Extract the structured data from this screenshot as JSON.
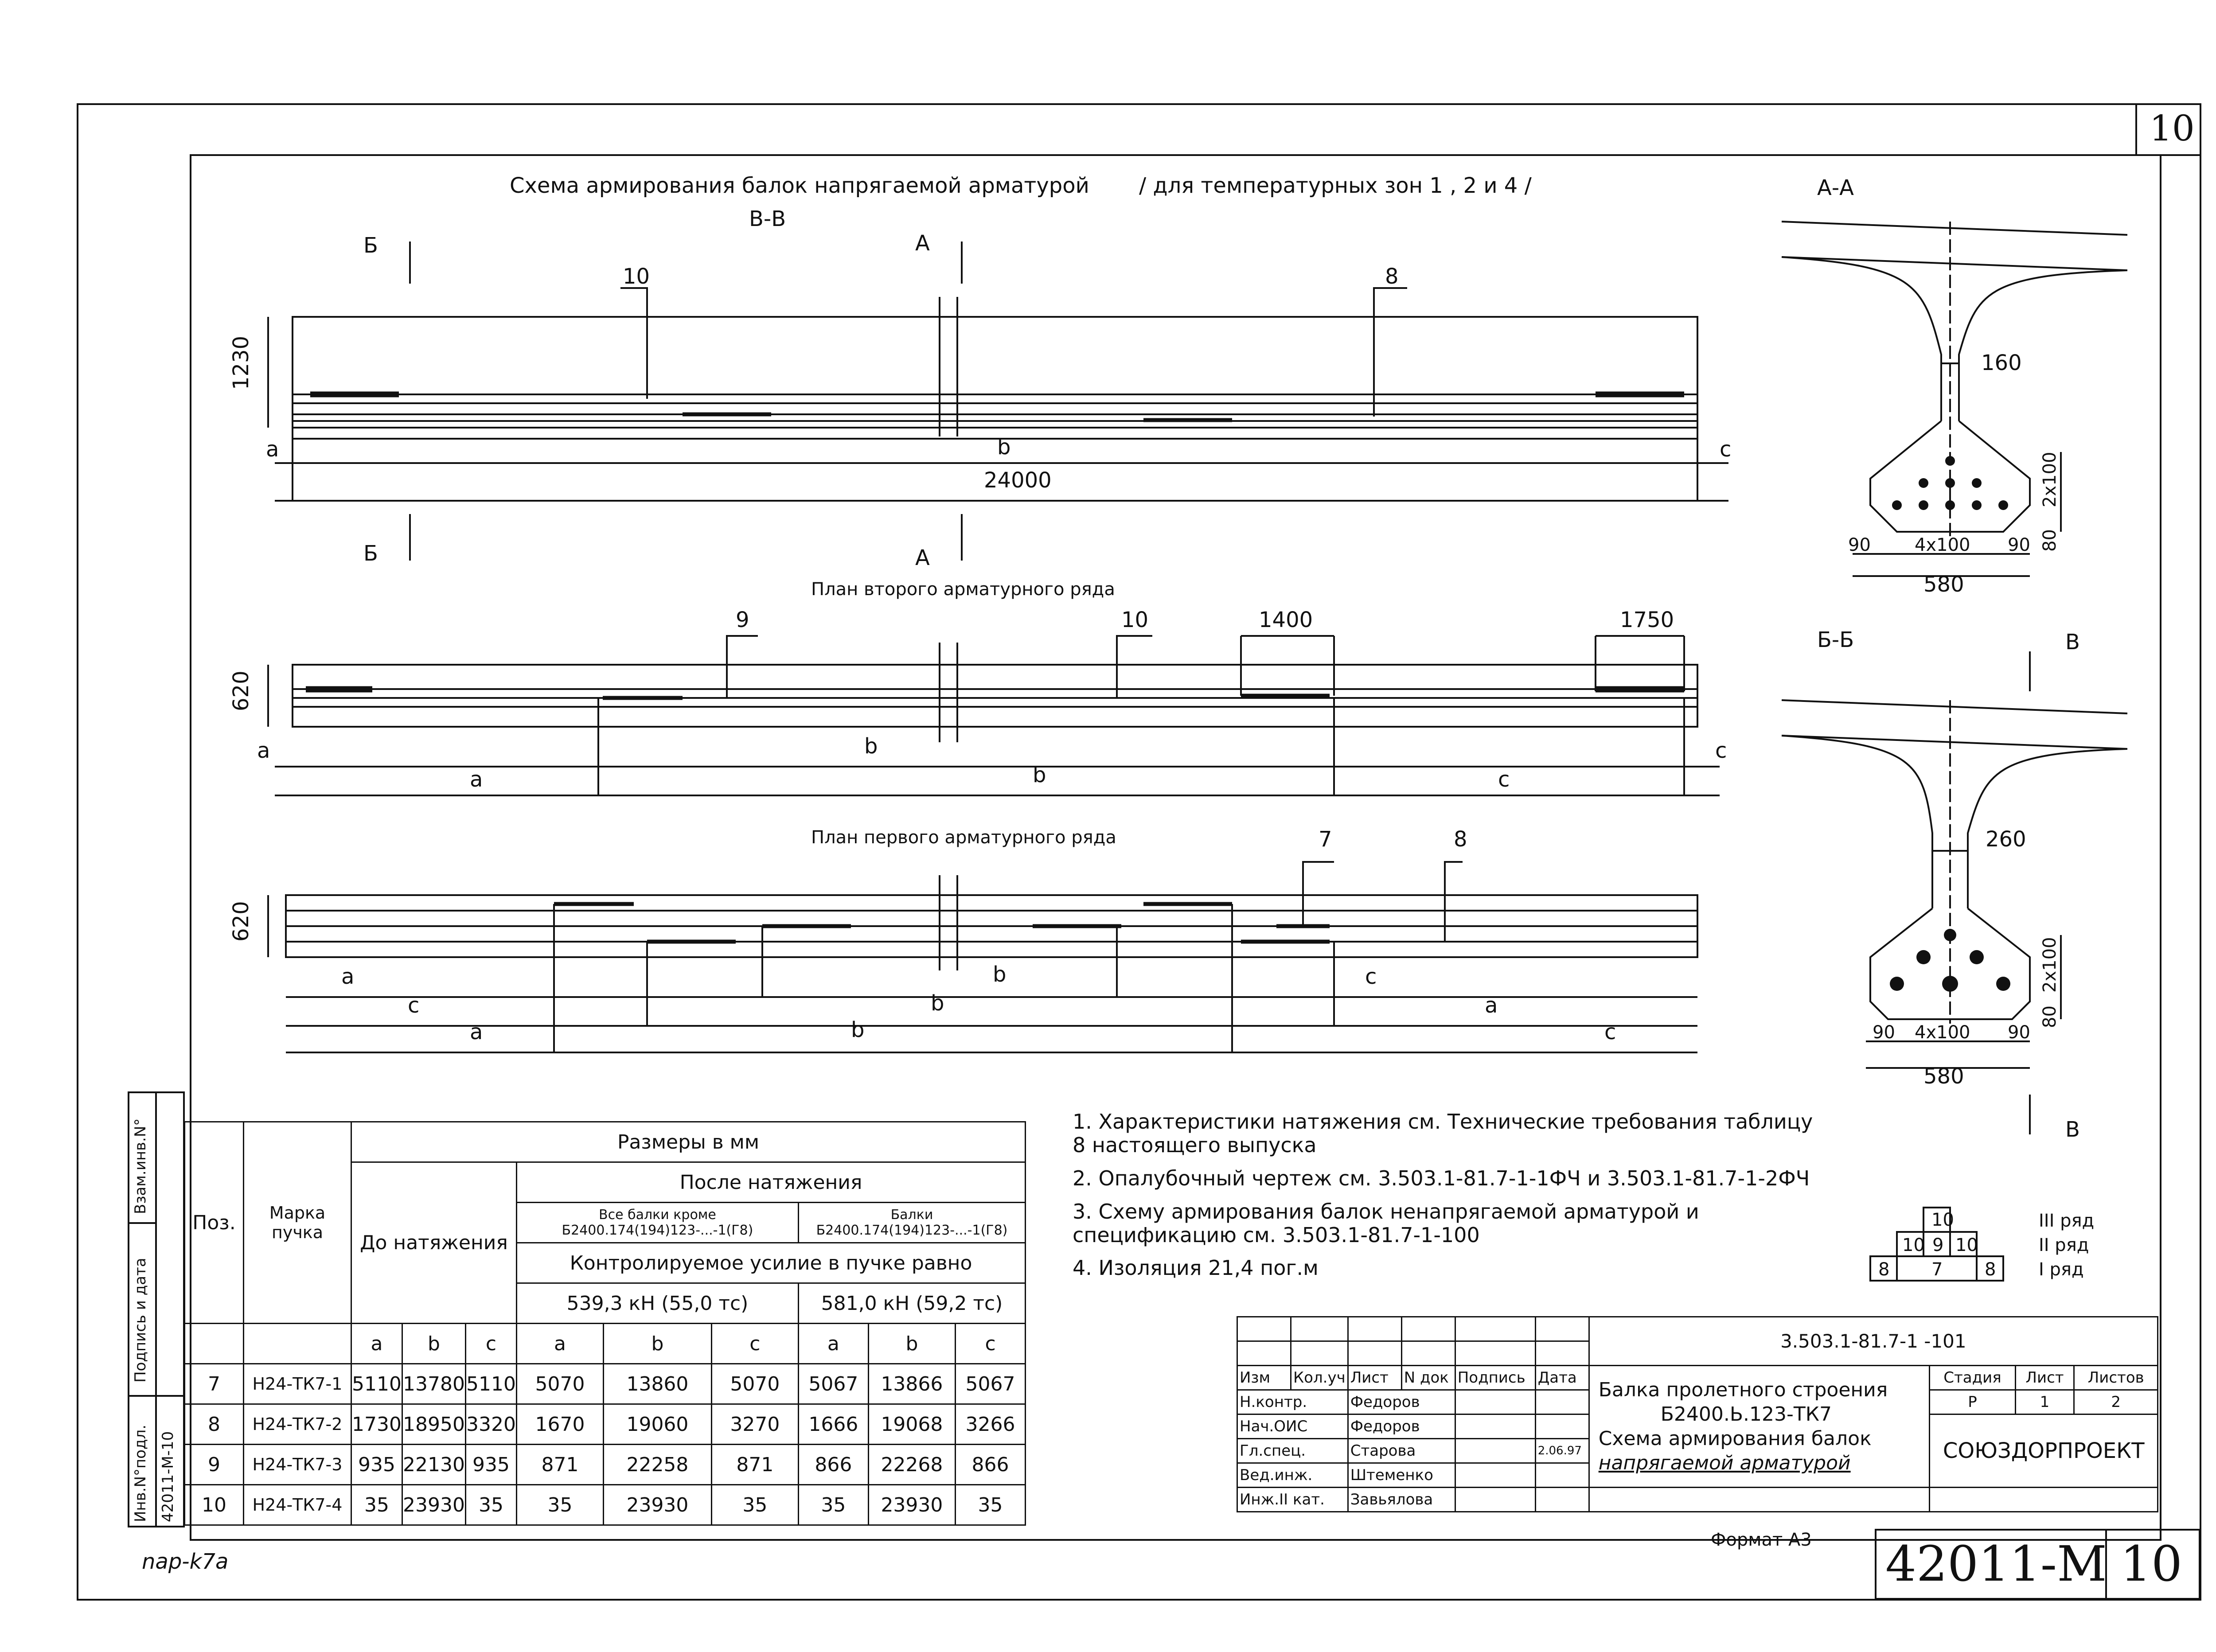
{
  "sheet": {
    "corner_number": "10",
    "format": "Формат А3",
    "bottom_left": "nap-k7a"
  },
  "title": "Схема армирования балок напрягаемой арматурой",
  "title_note": "/ для температурных зон 1 , 2 и 4 /",
  "views": {
    "vv": {
      "label": "В-В",
      "dim_height": "1230",
      "dim_total": "24000",
      "leader_left": "10",
      "leader_right": "8",
      "cut_b": "Б",
      "cut_a": "А",
      "seg_a": "a",
      "seg_b": "b",
      "seg_c": "c"
    },
    "plan2": {
      "label": "План второго арматурного ряда",
      "dim_height": "620",
      "leader_9": "9",
      "leader_10": "10",
      "dim_1400": "1400",
      "dim_1750": "1750",
      "seg_a": "a",
      "seg_b": "b",
      "seg_c": "c"
    },
    "plan1": {
      "label": "План первого арматурного ряда",
      "dim_height": "620",
      "leader_7": "7",
      "leader_8": "8",
      "seg_a": "a",
      "seg_b": "b",
      "seg_c": "c"
    }
  },
  "section_aa": {
    "label": "А-А",
    "web": "160",
    "spacing_v": "2х100",
    "spacing_h": "4х100",
    "edge_left": "90",
    "edge_right": "90",
    "edge_v": "80",
    "width": "580"
  },
  "section_bb": {
    "label": "Б-Б",
    "cut_label": "В",
    "web": "260",
    "spacing_v": "2х100",
    "spacing_h": "4х100",
    "edge_left": "90",
    "edge_right": "90",
    "edge_v": "80",
    "width": "580"
  },
  "notes": [
    "1. Характеристики натяжения см. Технические требования таблицу 8 настоящего выпуска",
    "2. Опалубочный чертеж см. 3.503.1-81.7-1-1ФЧ и 3.503.1-81.7-1-2ФЧ",
    "3. Схему армирования балок ненапрягаемой арматурой и спецификацию см. 3.503.1-81.7-1-100",
    "4. Изоляция 21,4 пог.м"
  ],
  "rows_legend": {
    "row3": "III ряд",
    "row2": "II ряд",
    "row1": "I ряд",
    "cells_row3": [
      "10"
    ],
    "cells_row2": [
      "10",
      "9",
      "10"
    ],
    "cells_row1": [
      "8",
      "7",
      "8"
    ]
  },
  "side_stamp": {
    "inv_vzam": "Взам.инв.N°",
    "sign_date": "Подпись и дата",
    "inv_podl": "Инв.N°подл.",
    "inv_value": "42011-М-10"
  },
  "spec_table": {
    "h_pos": "Поз.",
    "h_mark": "Марка пучка",
    "h_sizes": "Размеры в мм",
    "h_before": "До натяжения",
    "h_after": "После натяжения",
    "h_all": "Все балки кроме Б2400.174(194)123-...-1(Г8)",
    "h_beams": "Балки Б2400.174(194)123-...-1(Г8)",
    "h_force": "Контролируемое усилие в пучке равно",
    "h_force1": "539,3 кН (55,0 тс)",
    "h_force2": "581,0 кН (59,2 тс)",
    "abc": [
      "a",
      "b",
      "c",
      "a",
      "b",
      "c",
      "a",
      "b",
      "c"
    ],
    "rows": [
      {
        "pos": "7",
        "mark": "Н24-ТК7-1",
        "v": [
          "5110",
          "13780",
          "5110",
          "5070",
          "13860",
          "5070",
          "5067",
          "13866",
          "5067"
        ]
      },
      {
        "pos": "8",
        "mark": "Н24-ТК7-2",
        "v": [
          "1730",
          "18950",
          "3320",
          "1670",
          "19060",
          "3270",
          "1666",
          "19068",
          "3266"
        ]
      },
      {
        "pos": "9",
        "mark": "Н24-ТК7-3",
        "v": [
          "935",
          "22130",
          "935",
          "871",
          "22258",
          "871",
          "866",
          "22268",
          "866"
        ]
      },
      {
        "pos": "10",
        "mark": "Н24-ТК7-4",
        "v": [
          "35",
          "23930",
          "35",
          "35",
          "23930",
          "35",
          "35",
          "23930",
          "35"
        ]
      }
    ]
  },
  "stamp": {
    "code": "3.503.1-81.7-1 -101",
    "head": [
      "Изм",
      "Кол.уч",
      "Лист",
      "N док",
      "Подпись",
      "Дата"
    ],
    "people": [
      {
        "role": "Н.контр.",
        "name": "Федоров"
      },
      {
        "role": "Нач.ОИС",
        "name": "Федоров"
      },
      {
        "role": "Гл.спец.",
        "name": "Старова",
        "date": "2.06.97"
      },
      {
        "role": "Вед.инж.",
        "name": "Штеменко"
      },
      {
        "role": "Инж.II кат.",
        "name": "Завьялова"
      }
    ],
    "title1": "Балка пролетного строения",
    "title2": "Б2400.Ь.123-ТК7",
    "title3": "Схема армирования балок",
    "title4": "напрягаемой арматурой",
    "stage_h": "Стадия",
    "sheet_h": "Лист",
    "sheets_h": "Листов",
    "stage": "Р",
    "sheet": "1",
    "sheets": "2",
    "org": "СОЮЗДОРПРОЕКТ",
    "doc_no": "42011-М",
    "doc_sheet": "10"
  }
}
